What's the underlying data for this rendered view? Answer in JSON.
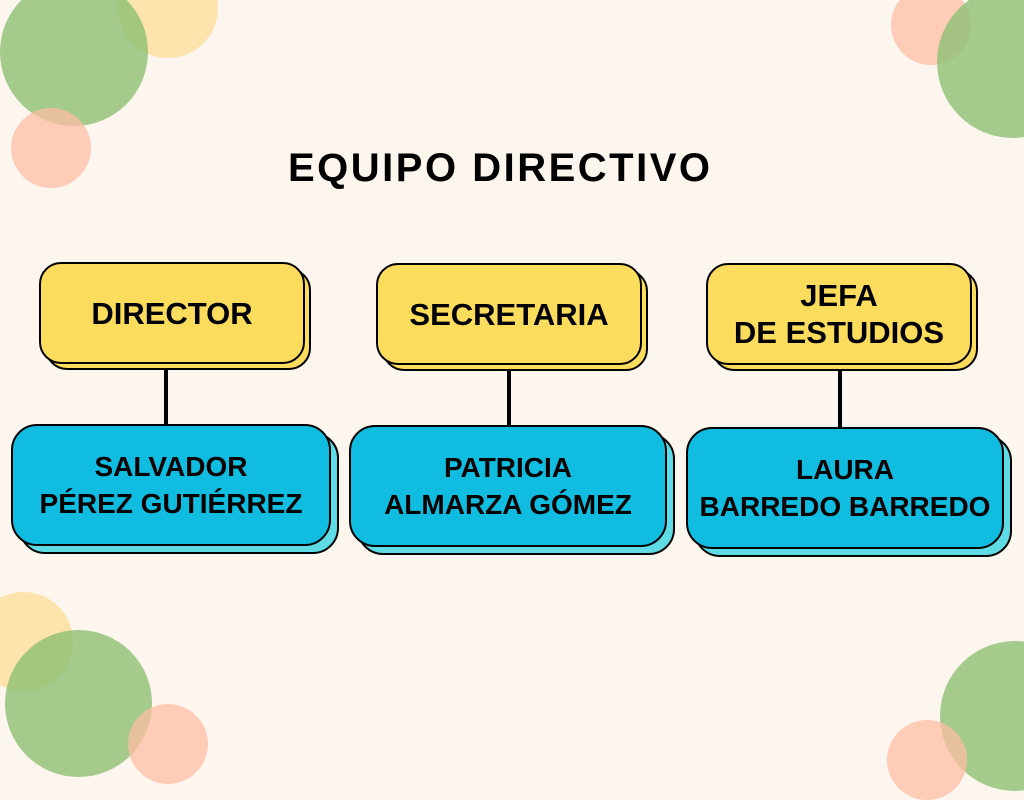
{
  "title": "EQUIPO DIRECTIVO",
  "colors": {
    "background": "#fdf6ee",
    "role_box": "#fcdc5c",
    "person_box": "#10bce0",
    "person_shadow": "#5fdbe6",
    "decor_green": "#8dbf73",
    "decor_yellow": "#fbdd96",
    "decor_pink": "#fdbda4"
  },
  "members": [
    {
      "role": {
        "line1": "DIRECTOR",
        "line2": ""
      },
      "person": {
        "line1": "SALVADOR",
        "line2": "PÉREZ GUTIÉRREZ"
      }
    },
    {
      "role": {
        "line1": "SECRETARIA",
        "line2": ""
      },
      "person": {
        "line1": "PATRICIA",
        "line2": "ALMARZA GÓMEZ"
      }
    },
    {
      "role": {
        "line1": "JEFA",
        "line2": "DE ESTUDIOS"
      },
      "person": {
        "line1": "LAURA",
        "line2": "BARREDO BARREDO"
      }
    }
  ]
}
